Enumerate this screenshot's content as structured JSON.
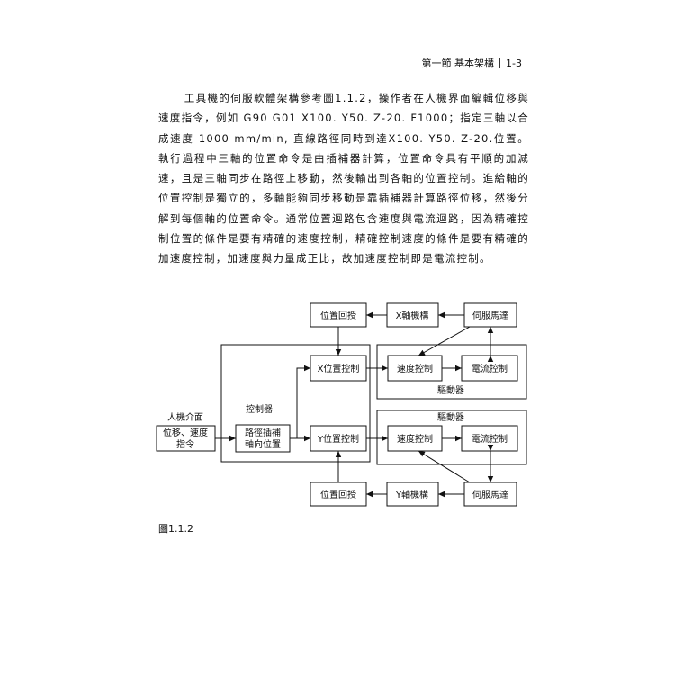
{
  "header": {
    "section_title": "第一節 基本架構",
    "page_number": "1-3"
  },
  "body": {
    "paragraph": "工具機的伺服軟體架構參考圖1.1.2，操作者在人機界面編輯位移與速度指令，例如 G90 G01 X100. Y50. Z-20. F1000；指定三軸以合成速度 1000 mm/min, 直線路徑同時到達X100. Y50. Z-20.位置。執行過程中三軸的位置命令是由插補器計算，位置命令具有平順的加減速，且是三軸同步在路徑上移動，然後輸出到各軸的位置控制。進給軸的位置控制是獨立的，多軸能夠同步移動是靠插補器計算路徑位移，然後分解到每個軸的位置命令。通常位置迴路包含速度與電流迴路，因為精確控制位置的條件是要有精確的速度控制，精確控制速度的條件是要有精確的加速度控制，加速度與力量成正比，故加速度控制即是電流控制。"
  },
  "diagram": {
    "hmi_label": "人機介面",
    "command_line1": "位移、速度",
    "command_line2": "指令",
    "controller_label": "控制器",
    "interp_line1": "路徑插補",
    "interp_line2": "軸向位置",
    "x_position_control": "X位置控制",
    "y_position_control": "Y位置控制",
    "x_feedback": "位置回授",
    "y_feedback": "位置回授",
    "x_mechanism": "X軸機構",
    "y_mechanism": "Y軸機構",
    "x_servo_motor": "伺服馬達",
    "y_servo_motor": "伺服馬達",
    "x_speed_control": "速度控制",
    "x_current_control": "電流控制",
    "y_speed_control": "速度控制",
    "y_current_control": "電流控制",
    "x_driver_label": "驅動器",
    "y_driver_label": "驅動器"
  },
  "figure": {
    "caption": "圖1.1.2"
  }
}
